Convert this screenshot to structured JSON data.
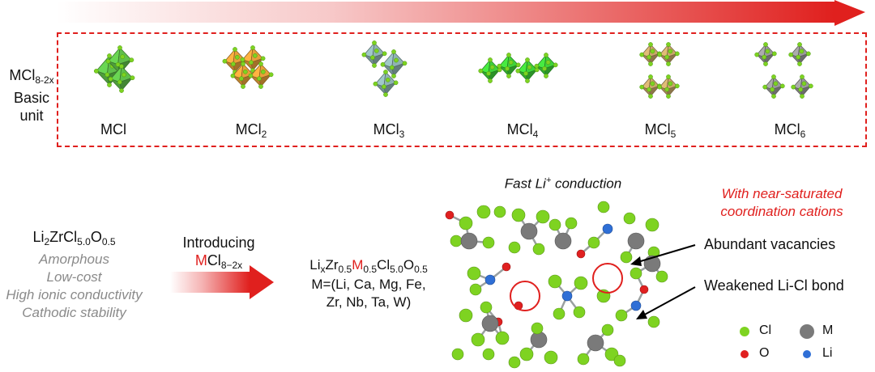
{
  "colors": {
    "accent_red": "#e0201e",
    "cl_green": "#7ed321",
    "m_gray": "#7a7a7a",
    "o_red": "#e02020",
    "li_blue": "#2f6fd6"
  },
  "top_arrow": {
    "icon": "gradient-arrow-right"
  },
  "basic_unit": {
    "formula": {
      "base": "MCl",
      "sub": "8-2x"
    },
    "label_line1": "Basic",
    "label_line2": "unit",
    "units": [
      {
        "base": "MCl",
        "sub": "",
        "color": "#5fbf4a"
      },
      {
        "base": "MCl",
        "sub": "2",
        "color": "#e8a03a"
      },
      {
        "base": "MCl",
        "sub": "3",
        "color": "#8fb3b3"
      },
      {
        "base": "MCl",
        "sub": "4",
        "color": "#3fd23a"
      },
      {
        "base": "MCl",
        "sub": "5",
        "color": "#c9a86a"
      },
      {
        "base": "MCl",
        "sub": "6",
        "color": "#9a9a9a"
      }
    ]
  },
  "parent": {
    "formula_parts": [
      "Li",
      "2",
      "ZrCl",
      "5.0",
      "O",
      "0.5"
    ],
    "properties": [
      "Amorphous",
      "Low-cost",
      "High ionic conductivity",
      "Cathodic stability"
    ]
  },
  "arrow": {
    "line1": "Introducing",
    "formula": {
      "m": "M",
      "rest": "Cl",
      "sub": "8−2x"
    }
  },
  "product": {
    "formula_parts": [
      "Li",
      "x",
      "Zr",
      "0.5",
      "M",
      "0.5",
      "Cl",
      "5.0",
      "O",
      "0.5"
    ],
    "dopants_line1": "M=(Li, Ca, Mg, Fe,",
    "dopants_line2": "Zr, Nb, Ta, W)"
  },
  "structure": {
    "title_pre": "Fast Li",
    "title_sup": "+",
    "title_post": " conduction"
  },
  "annotations": {
    "red_line1": "With near-saturated",
    "red_line2": "coordination cations",
    "vacancies": "Abundant vacancies",
    "bond": "Weakened Li-Cl bond"
  },
  "legend": [
    {
      "label": "Cl",
      "color": "#7ed321"
    },
    {
      "label": "M",
      "color": "#7a7a7a"
    },
    {
      "label": "O",
      "color": "#e02020"
    },
    {
      "label": "Li",
      "color": "#2f6fd6"
    }
  ]
}
